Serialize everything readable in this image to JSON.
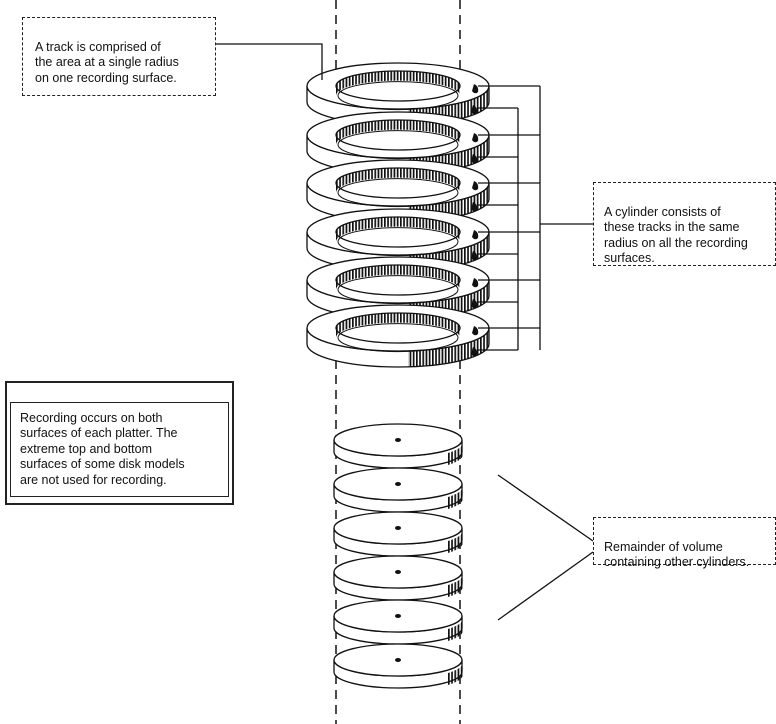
{
  "notes": {
    "track": "A track is comprised of\nthe area at a single radius\non one recording surface.",
    "cylinder": "A cylinder consists of\nthese tracks in the same\nradius on all the recording\nsurfaces.",
    "recording": "Recording occurs on both\nsurfaces of each platter. The\nextreme top and bottom\nsurfaces of some disk models\nare not used for recording.",
    "remainder": "Remainder of volume\ncontaining other cylinders."
  },
  "diagram": {
    "track_rings": 6,
    "platters": 6,
    "ink_color": "#111111"
  }
}
